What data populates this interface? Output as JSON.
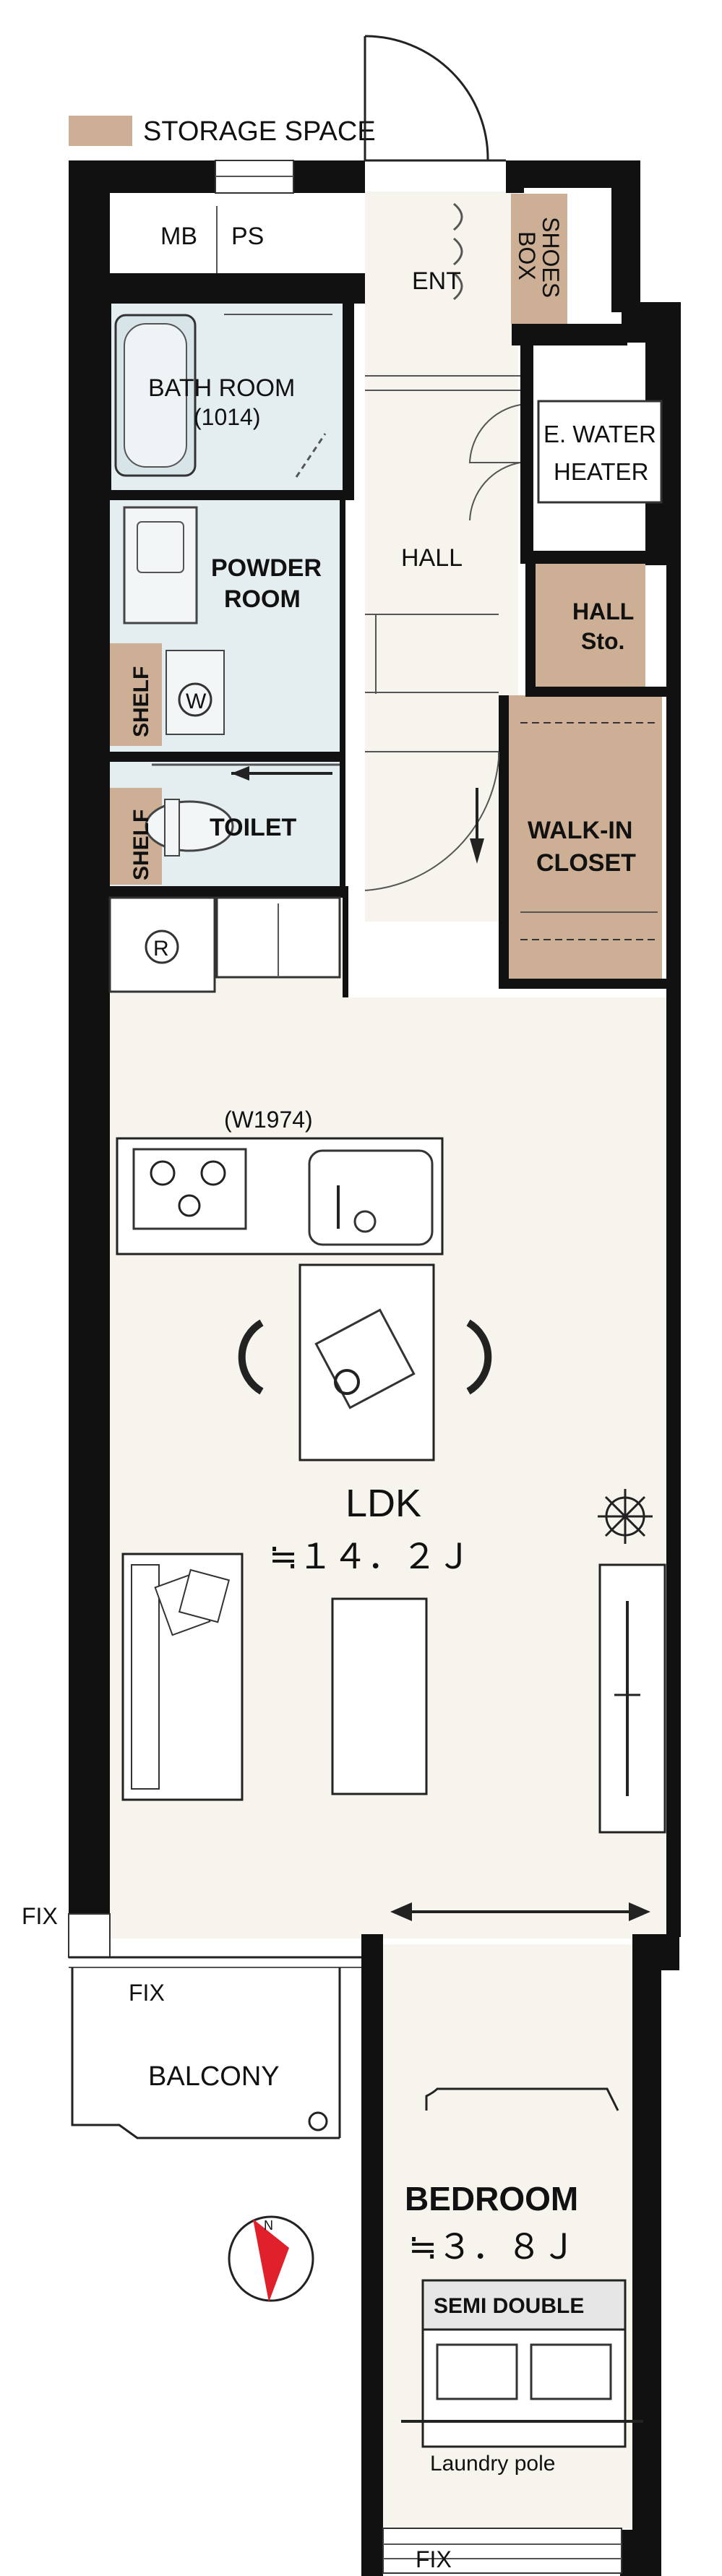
{
  "legend": {
    "label": "STORAGE SPACE",
    "swatch_color": "#cdaf96"
  },
  "rooms": {
    "mb_ps": {
      "mb": "MB",
      "ps": "PS"
    },
    "entrance": "ENT",
    "shoes_box": {
      "line1": "SHOES",
      "line2": "BOX"
    },
    "bath": {
      "line1": "BATH ROOM",
      "line2": "(1014)"
    },
    "water_heater": {
      "line1": "E. WATER",
      "line2": "HEATER"
    },
    "powder": {
      "line1": "POWDER",
      "line2": "ROOM"
    },
    "hall": "HALL",
    "hall_storage": {
      "line1": "HALL",
      "line2": "Sto."
    },
    "shelf_powder": "SHELF",
    "washer": "W",
    "shelf_toilet": "SHELF",
    "toilet": "TOILET",
    "walk_in": {
      "line1": "WALK-IN",
      "line2": "CLOSET"
    },
    "fridge": "R",
    "kitchen_width": "(W1974)",
    "ldk": {
      "name": "LDK",
      "size": "≒１４．２Ｊ"
    },
    "balcony": "BALCONY",
    "bedroom": {
      "name": "BEDROOM",
      "size": "≒３．８Ｊ"
    },
    "bed": "SEMI DOUBLE",
    "laundry": "Laundry pole"
  },
  "fix_labels": [
    "FIX",
    "FIX",
    "FIX"
  ],
  "compass_icon": "north-arrow-icon",
  "colors": {
    "wall": "#111111",
    "wet_area": "#e4eef1",
    "floor": "#f6f4ec",
    "storage": "#cdaf96",
    "compass": "#e0202a"
  }
}
